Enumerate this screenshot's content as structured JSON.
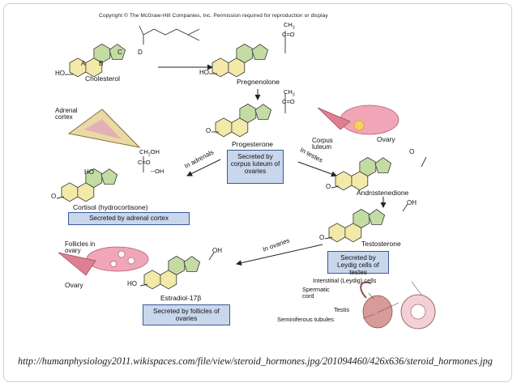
{
  "copyright": "Copyright © The McGraw-Hill Companies, Inc. Permission required for reproduction or display",
  "molecules": {
    "cholesterol": "Cholesterol",
    "pregnenolone": "Pregnenolone",
    "progesterone": "Progesterone",
    "cortisol": "Cortisol (hydrocortisone)",
    "androstenedione": "Androstenedione",
    "testosterone": "Testosterone",
    "estradiol": "Estradiol-17β"
  },
  "ring_letters": [
    "A",
    "B",
    "C",
    "D"
  ],
  "chem": {
    "ho": "HO",
    "o": "O",
    "oh": "OH",
    "ch3": "CH",
    "sub3": "3",
    "ch2oh": "CH",
    "sub2": "2",
    "oh_suffix": "OH",
    "co": "C=O",
    "oh_dash": "--OH"
  },
  "boxes": {
    "adrenal_cortex": "Secreted by adrenal cortex",
    "corpus_luteum": "Secreted by corpus luteum of ovaries",
    "leydig": "Secreted by Leydig cells of testes",
    "follicles": "Secreted by follicles of ovaries"
  },
  "pathways": {
    "in_adrenals": "In adrenals",
    "in_testes": "In testes",
    "in_ovaries": "In ovaries"
  },
  "organs": {
    "adrenal_cortex": "Adrenal cortex",
    "corpus_luteum": "Corpus luteum",
    "ovary_top": "Ovary",
    "follicles_in_ovary": "Follicles in ovary",
    "ovary_bottom": "Ovary",
    "interstitial": "Interstitial (Leydig) cells",
    "spermatic_cord": "Spermatic cord",
    "testis": "Testis",
    "seminiferous": "Seminiferous tubules"
  },
  "citation": "http://humanphysiology2011.wikispaces.com/file/view/steroid_hormones.jpg/201094460/426x636/steroid_hormones.jpg",
  "colors": {
    "ring_yellow": "#f3e9a8",
    "ring_green": "#c3dca4",
    "box_fill": "#c9d7ec",
    "box_border": "#3b5998",
    "ovary_pink": "#f0a6b6"
  }
}
